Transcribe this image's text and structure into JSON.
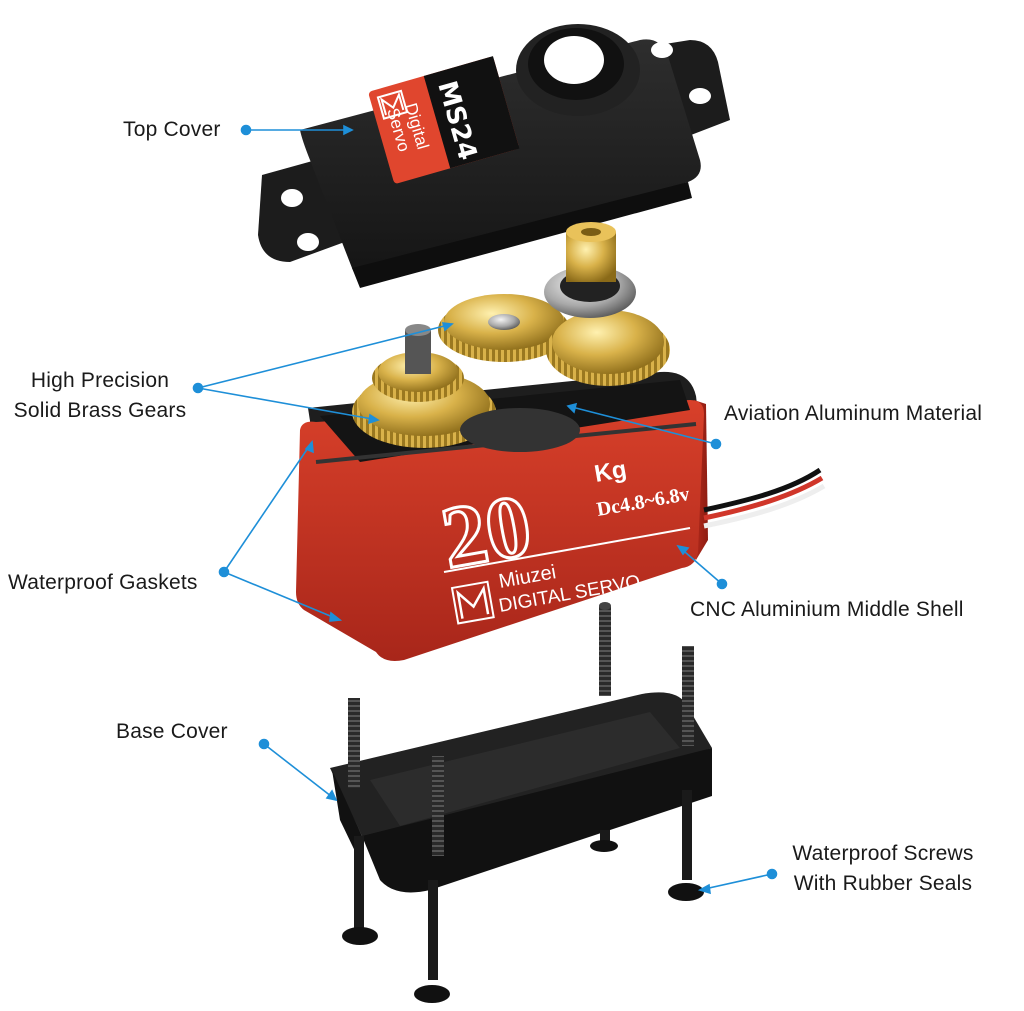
{
  "labels": {
    "top_cover": "Top Cover",
    "brass_gears_line1": "High Precision",
    "brass_gears_line2": "Solid Brass Gears",
    "aviation_aluminum": "Aviation Aluminum Material",
    "waterproof_gaskets": "Waterproof Gaskets",
    "cnc_shell": "CNC Aluminium Middle Shell",
    "base_cover": "Base Cover",
    "screws_line1": "Waterproof Screws",
    "screws_line2": "With Rubber Seals"
  },
  "product": {
    "model": "MS24",
    "type_line1": "Digital",
    "type_line2": "Servo",
    "torque": "20",
    "torque_unit": "Kg",
    "voltage": "Dc4.8~6.8v",
    "brand": "Miuzei",
    "brand_sub": "DIGITAL SERVO"
  },
  "colors": {
    "callout_line": "#1e8fd8",
    "shell_red": "#c8301e",
    "cover_black": "#1b1b1b",
    "brass": "#c9a23a"
  }
}
